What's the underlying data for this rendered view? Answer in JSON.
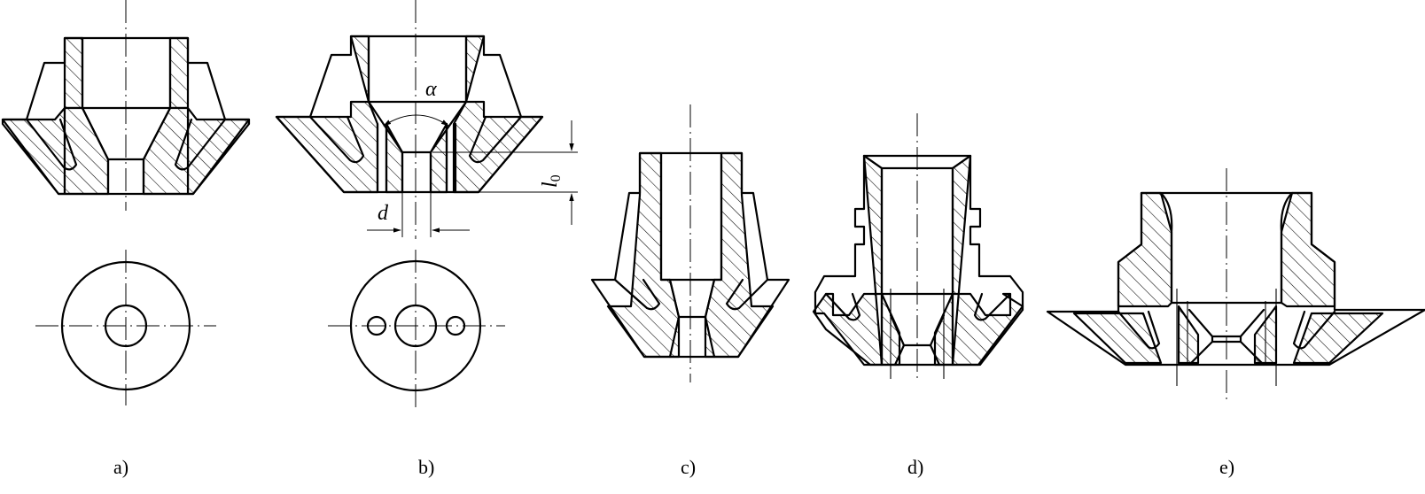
{
  "figure": {
    "panel_labels": [
      "a)",
      "b)",
      "c)",
      "d)",
      "e)"
    ],
    "dimension_symbols": {
      "angle": "α",
      "diameter": "d",
      "length": "l",
      "length_subscript": "0"
    }
  }
}
